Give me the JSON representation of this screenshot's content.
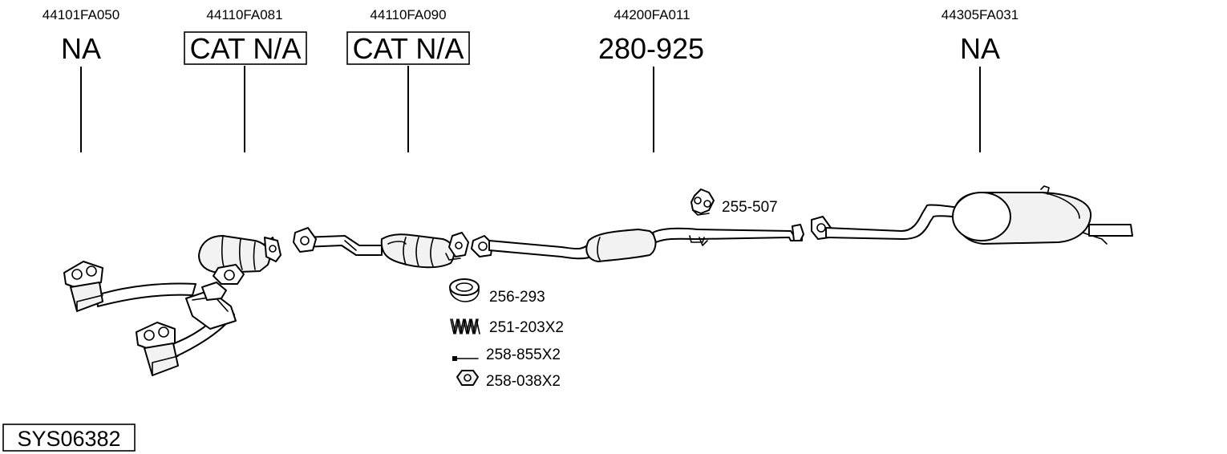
{
  "columns": [
    {
      "oem": "44101FA050",
      "label": "NA",
      "boxed": false
    },
    {
      "oem": "44110FA081",
      "label": "CAT N/A",
      "boxed": true
    },
    {
      "oem": "44110FA090",
      "label": "CAT N/A",
      "boxed": true
    },
    {
      "oem": "44200FA011",
      "label": "280-925",
      "boxed": false
    },
    {
      "oem": "44305FA031",
      "label": "NA",
      "boxed": false
    }
  ],
  "parts": {
    "hanger": "255-507",
    "gasket": "256-293",
    "spring": "251-203X2",
    "bolt": "258-855X2",
    "nut": "258-038X2"
  },
  "system_ref": "SYS06382"
}
